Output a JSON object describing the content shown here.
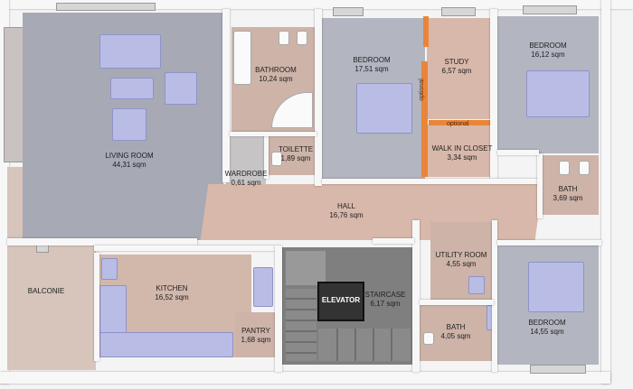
{
  "colors": {
    "living": "#a7a9b5",
    "bedroom": "#b3b5c0",
    "wet": "#cdb3a8",
    "hall": "#d8b8aa",
    "kitchen": "#d2b7ab",
    "balcony": "#d7c4ba",
    "stair": "#7f7f7f",
    "optional": "#e9853a",
    "furniture": "#b9bde6"
  },
  "rooms": {
    "living": {
      "name": "LIVING ROOM",
      "area": "44,31 sqm"
    },
    "bathroom": {
      "name": "BATHROOM",
      "area": "10,24 sqm"
    },
    "toilette": {
      "name": "TOILETTE",
      "area": "1,89 sqm"
    },
    "wardrobe": {
      "name": "WARDROBE",
      "area": "0,61 sqm"
    },
    "bedroom1": {
      "name": "BEDROOM",
      "area": "17,51 sqm"
    },
    "study": {
      "name": "STUDY",
      "area": "6,57 sqm"
    },
    "walkin": {
      "name": "WALK IN CLOSET",
      "area": "3,34 sqm"
    },
    "bedroom2": {
      "name": "BEDROOM",
      "area": "16,12 sqm"
    },
    "bath1": {
      "name": "BATH",
      "area": "3,69 sqm"
    },
    "hall": {
      "name": "HALL",
      "area": "16,76 sqm"
    },
    "balcony": {
      "name": "BALCONIE"
    },
    "kitchen": {
      "name": "KITCHEN",
      "area": "16,52 sqm"
    },
    "pantry": {
      "name": "PANTRY",
      "area": "1,68 sqm"
    },
    "elevator": {
      "name": "ELEVATOR"
    },
    "staircase": {
      "name": "STAIRCASE",
      "area": "6,17 sqm"
    },
    "utility": {
      "name": "UTILITY ROOM",
      "area": "4,55 sqm"
    },
    "bath2": {
      "name": "BATH",
      "area": "4,05 sqm"
    },
    "bedroom3": {
      "name": "BEDROOM",
      "area": "14,55 sqm"
    }
  },
  "optional_labels": {
    "vertical": "optional",
    "horizontal": "optional"
  }
}
